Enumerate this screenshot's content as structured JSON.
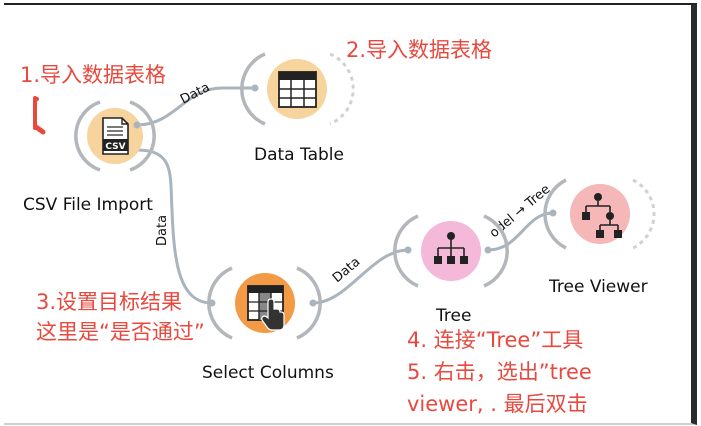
{
  "nodes": {
    "csv": {
      "label": "CSV File Import",
      "icon_text": "CSV",
      "color": "#f7d39e"
    },
    "data_table": {
      "label": "Data Table",
      "color": "#f7d39e"
    },
    "select_columns": {
      "label": "Select Columns",
      "color": "#f29a45"
    },
    "tree": {
      "label": "Tree",
      "color": "#f4b8d8"
    },
    "tree_viewer": {
      "label": "Tree Viewer",
      "color": "#f5b7b7"
    }
  },
  "links": {
    "csv_to_table": "Data",
    "csv_to_select": "Data",
    "select_to_tree": "Data",
    "tree_to_viewer": "odel → Tree"
  },
  "annotations": {
    "step1": "1.导入数据表格",
    "step2": "2.导入数据表格",
    "step3_line1": "3.设置目标结果",
    "step3_line2": "这里是“是否通过”",
    "step4": "4. 连接“Tree”工具",
    "step5_line1": "5. 右击，选出”tree",
    "step5_line2": "viewer, . 最后双击"
  },
  "colors": {
    "annotation": "#e8493f",
    "link": "#a9b4bd",
    "arc": "#b3b6ba"
  }
}
